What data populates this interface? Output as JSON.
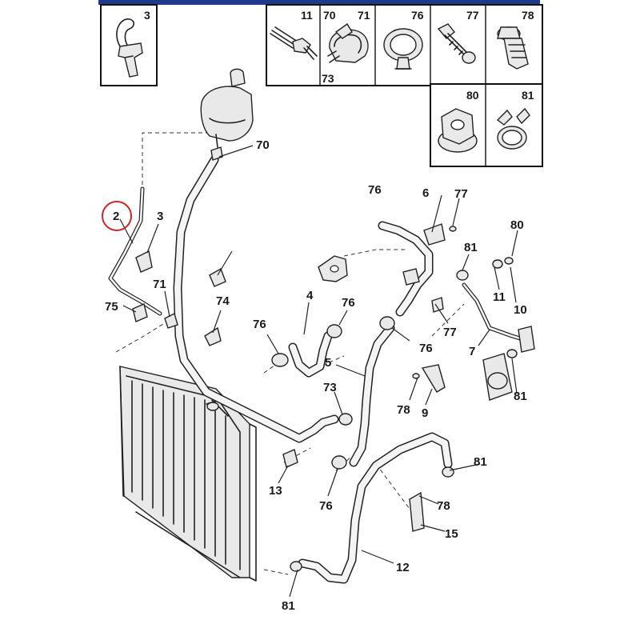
{
  "header_bar_color": "#1f3a8a",
  "highlight_color": "#c62828",
  "legend_left": [
    {
      "label": "3",
      "icon": "clip-bracket-icon"
    }
  ],
  "legend_right_top": [
    {
      "label": "11",
      "icon": "stud-bolt-icon"
    },
    {
      "label": "70",
      "icon": "hose-clamp-icon"
    },
    {
      "label": "71",
      "icon": "hose-clamp-icon"
    },
    {
      "label": "73",
      "icon": "hose-clamp-icon"
    },
    {
      "label": "76",
      "icon": "band-clamp-icon"
    },
    {
      "label": "77",
      "icon": "screw-icon"
    },
    {
      "label": "78",
      "icon": "flange-bolt-icon"
    }
  ],
  "legend_right_bottom": [
    {
      "label": "80",
      "icon": "flange-nut-icon"
    },
    {
      "label": "81",
      "icon": "spring-clamp-icon"
    }
  ],
  "callouts": [
    {
      "id": "c70a",
      "label": "70"
    },
    {
      "id": "c76a",
      "label": "76"
    },
    {
      "id": "c6",
      "label": "6"
    },
    {
      "id": "c77a",
      "label": "77"
    },
    {
      "id": "c2",
      "label": "2",
      "highlighted": true
    },
    {
      "id": "c3",
      "label": "3"
    },
    {
      "id": "c80",
      "label": "80"
    },
    {
      "id": "c81a",
      "label": "81"
    },
    {
      "id": "c11",
      "label": "11"
    },
    {
      "id": "c10",
      "label": "10"
    },
    {
      "id": "c71",
      "label": "71"
    },
    {
      "id": "c75",
      "label": "75"
    },
    {
      "id": "c74",
      "label": "74"
    },
    {
      "id": "c4",
      "label": "4"
    },
    {
      "id": "c76b",
      "label": "76"
    },
    {
      "id": "c77b",
      "label": "77"
    },
    {
      "id": "c76c",
      "label": "76"
    },
    {
      "id": "c76d",
      "label": "76"
    },
    {
      "id": "c7",
      "label": "7"
    },
    {
      "id": "c5",
      "label": "5"
    },
    {
      "id": "c73",
      "label": "73"
    },
    {
      "id": "c78a",
      "label": "78"
    },
    {
      "id": "c9",
      "label": "9"
    },
    {
      "id": "c81b",
      "label": "81"
    },
    {
      "id": "c81c",
      "label": "81"
    },
    {
      "id": "c13",
      "label": "13"
    },
    {
      "id": "c76e",
      "label": "76"
    },
    {
      "id": "c78b",
      "label": "78"
    },
    {
      "id": "c15",
      "label": "15"
    },
    {
      "id": "c12",
      "label": "12"
    },
    {
      "id": "c81d",
      "label": "81"
    }
  ]
}
